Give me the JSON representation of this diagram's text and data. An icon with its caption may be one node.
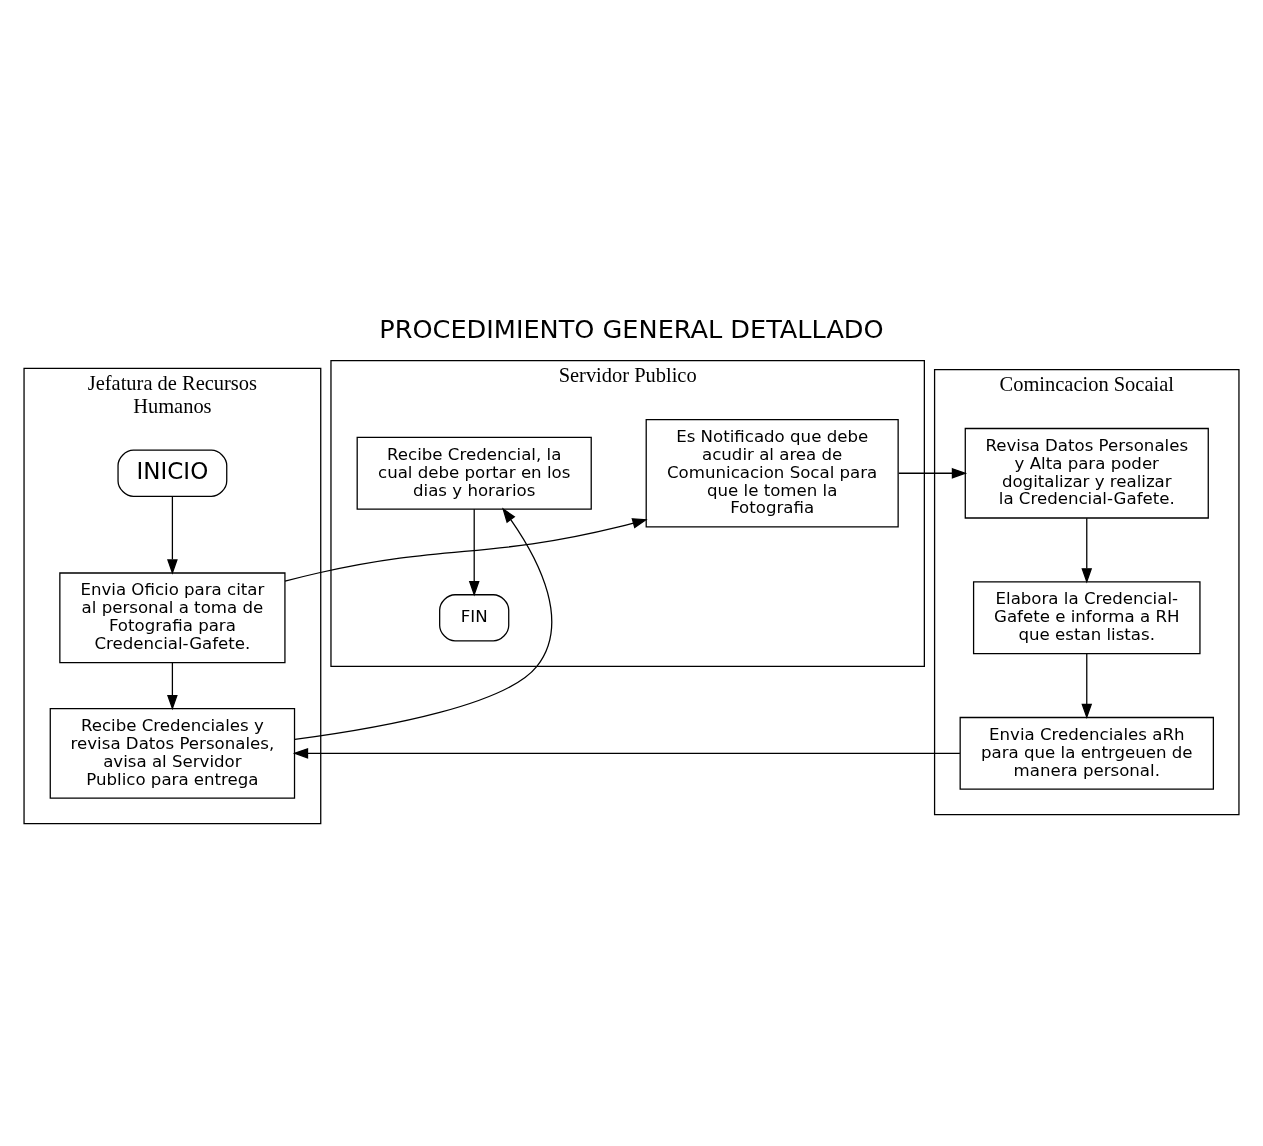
{
  "diagram": {
    "title": "PROCEDIMIENTO GENERAL DETALLADO",
    "nodes": [
      {
        "text": [
          "Jefatura de Recursos Humanos"
        ]
      },
      {
        "text": [
          "Servidor Publico"
        ]
      },
      {
        "text": [
          "Comincacion Socaial"
        ]
      },
      {
        "text": [
          "INICIO"
        ],
        "in": 0
      },
      {
        "text": [
          "Envia Oficio para citar al personal a toma de Fotografia para Credencial-Gafete."
        ],
        "in": 0
      },
      {
        "text": [
          "Recibe Credenciales y revisa Datos Personales, avisa al Servidor Publico para entrega"
        ],
        "in": 0
      },
      {
        "text": [
          "Es Notificado que debe acudir al area de Comunicacion Socal para que le tomen la Fotografia"
        ],
        "in": 1
      },
      {
        "text": [
          "Recibe Credencial, la cual debe portar en los dias y horarios"
        ],
        "in": 1
      },
      {
        "text": [
          "FIN"
        ],
        "in": 1
      },
      {
        "text": [
          "Revisa Datos Personales y Alta para poder dogitalizar y realizar la Credencial-Gafete."
        ],
        "in": 2
      },
      {
        "text": [
          "Elabora la Credencial-Gafete e informa a RH que estan listas."
        ],
        "in": 2
      },
      {
        "text": [
          "Envia Credenciales aRh para que la entrgeuen de manera personal."
        ],
        "in": 2
      }
    ],
    "edges": [
      {
        "from": 3,
        "to": 4,
        "arrow": "to"
      },
      {
        "from": 4,
        "to": 6,
        "arrow": "to"
      },
      {
        "from": 6,
        "to": 9,
        "arrow": "to"
      },
      {
        "from": 9,
        "to": 10,
        "arrow": "to"
      },
      {
        "from": 10,
        "to": 11,
        "arrow": "to"
      },
      {
        "from": 11,
        "to": 5,
        "arrow": "to"
      },
      {
        "from": 4,
        "to": 5,
        "arrow": "to"
      },
      {
        "from": 5,
        "to": 7,
        "arrow": "to"
      },
      {
        "from": 7,
        "to": 8,
        "arrow": "to"
      }
    ]
  }
}
